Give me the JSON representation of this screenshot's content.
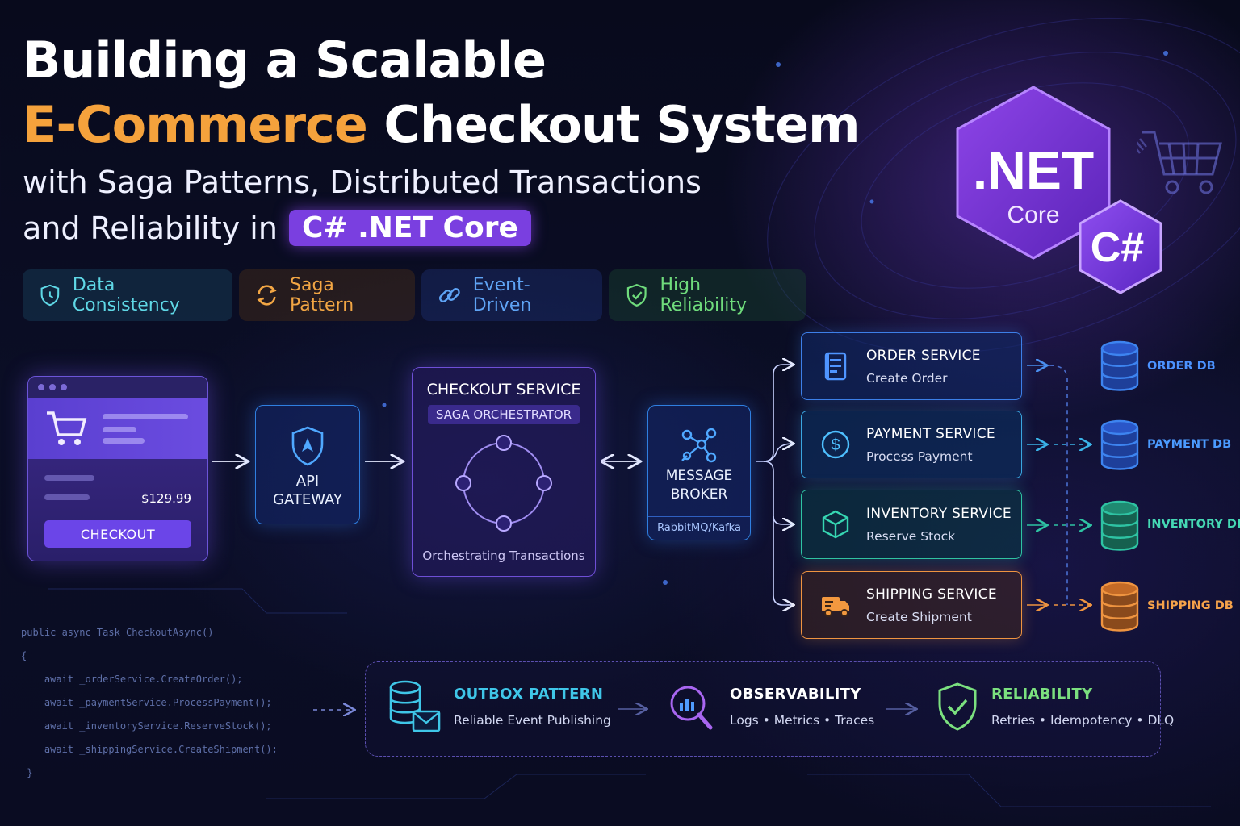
{
  "title": {
    "line1": "Building a Scalable",
    "line2_accent": "E-Commerce",
    "line2_rest": " Checkout System",
    "subtitle1": "with Saga Patterns, Distributed Transactions",
    "subtitle2_prefix": "and Reliability in",
    "subtitle2_pill": "C# .NET Core"
  },
  "tags": [
    {
      "label": "Data Consistency",
      "icon": "shield-icon",
      "color": "#5fd8e6"
    },
    {
      "label": "Saga Pattern",
      "icon": "sync-icon",
      "color": "#f2a644"
    },
    {
      "label": "Event-Driven",
      "icon": "link-icon",
      "color": "#5fa4f5"
    },
    {
      "label": "High Reliability",
      "icon": "shield-check-icon",
      "color": "#6fdc7c"
    }
  ],
  "logos": {
    "net_main": ".NET",
    "net_sub": "Core",
    "csharp": "C#"
  },
  "cart": {
    "price": "$129.99",
    "button": "CHECKOUT"
  },
  "gateway": {
    "line1": "API",
    "line2": "GATEWAY"
  },
  "checkout_service": {
    "title": "CHECKOUT SERVICE",
    "chip": "SAGA ORCHESTRATOR",
    "footer": "Orchestrating Transactions"
  },
  "broker": {
    "line1": "MESSAGE",
    "line2": "BROKER",
    "sub": "RabbitMQ/Kafka"
  },
  "services": [
    {
      "title": "ORDER SERVICE",
      "action": "Create Order",
      "icon": "document-icon",
      "color": "#3d7fe8"
    },
    {
      "title": "PAYMENT SERVICE",
      "action": "Process Payment",
      "icon": "dollar-icon",
      "color": "#3aa6e0"
    },
    {
      "title": "INVENTORY SERVICE",
      "action": "Reserve Stock",
      "icon": "box-icon",
      "color": "#2ec3a3"
    },
    {
      "title": "SHIPPING SERVICE",
      "action": "Create Shipment",
      "icon": "truck-icon",
      "color": "#ef9440"
    }
  ],
  "databases": [
    {
      "label": "ORDER DB",
      "color": "#3d84f0"
    },
    {
      "label": "PAYMENT DB",
      "color": "#3d84f0"
    },
    {
      "label": "INVENTORY DB",
      "color": "#2ec3a3"
    },
    {
      "label": "SHIPPING DB",
      "color": "#ef9440"
    }
  ],
  "code": {
    "line1": "public async Task CheckoutAsync()",
    "line2": "{",
    "line3": "    await _orderService.CreateOrder();",
    "line4": "    await _paymentService.ProcessPayment();",
    "line5": "    await _inventoryService.ReserveStock();",
    "line6": "    await _shippingService.CreateShipment();",
    "line7": " }"
  },
  "bottom": [
    {
      "title": "OUTBOX PATTERN",
      "sub": "Reliable Event Publishing",
      "color": "#3fc6e8"
    },
    {
      "title": "OBSERVABILITY",
      "sub": "Logs • Metrics • Traces",
      "color": "#ffffff"
    },
    {
      "title": "RELIABILITY",
      "sub": "Retries • Idempotency • DLQ",
      "color": "#7be07f"
    }
  ]
}
